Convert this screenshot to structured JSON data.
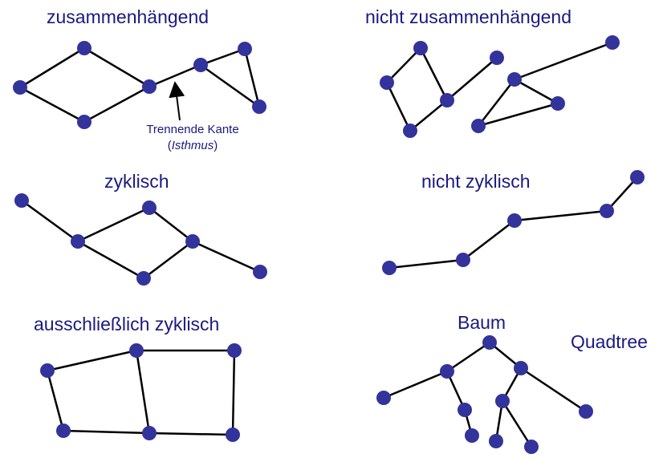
{
  "colors": {
    "node": "#33339c",
    "edge": "#000000",
    "text": "#1a1a80"
  },
  "titles": {
    "connected": "zusammenhängend",
    "disconnected": "nicht zusammenhängend",
    "cyclic": "zyklisch",
    "acyclic": "nicht zyklisch",
    "only_cyclic": "ausschließlich zyklisch",
    "tree": "Baum",
    "quadtree": "Quadtree"
  },
  "annotation": {
    "line1": "Trennende Kante",
    "open": "(",
    "italic": "Isthmus",
    "close": ")"
  }
}
